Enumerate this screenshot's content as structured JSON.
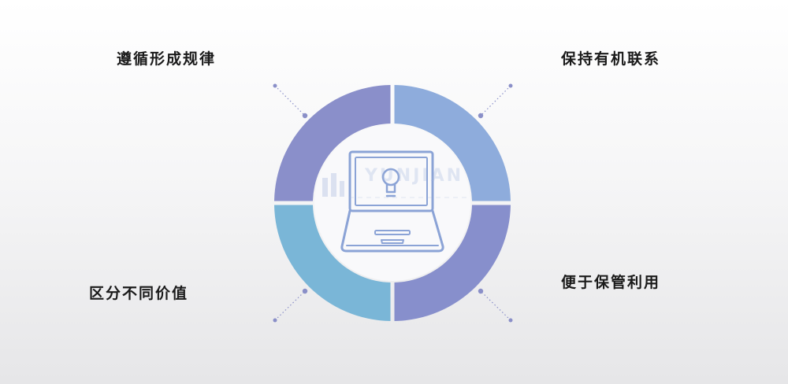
{
  "labels": {
    "top_left": "遵循形成规律",
    "top_right": "保持有机联系",
    "bottom_left": "区分不同价值",
    "bottom_right": "便于保管利用"
  },
  "watermark": "YUNJIAN",
  "icon": "laptop-lightbulb-icon",
  "colors": {
    "segment_top_left": "#8a8fca",
    "segment_top_right": "#8eacdc",
    "segment_bottom_left": "#7ab6d7",
    "segment_bottom_right": "#878fcc",
    "icon_stroke": "#8ba3d6",
    "connector": "#8a8fc8"
  }
}
